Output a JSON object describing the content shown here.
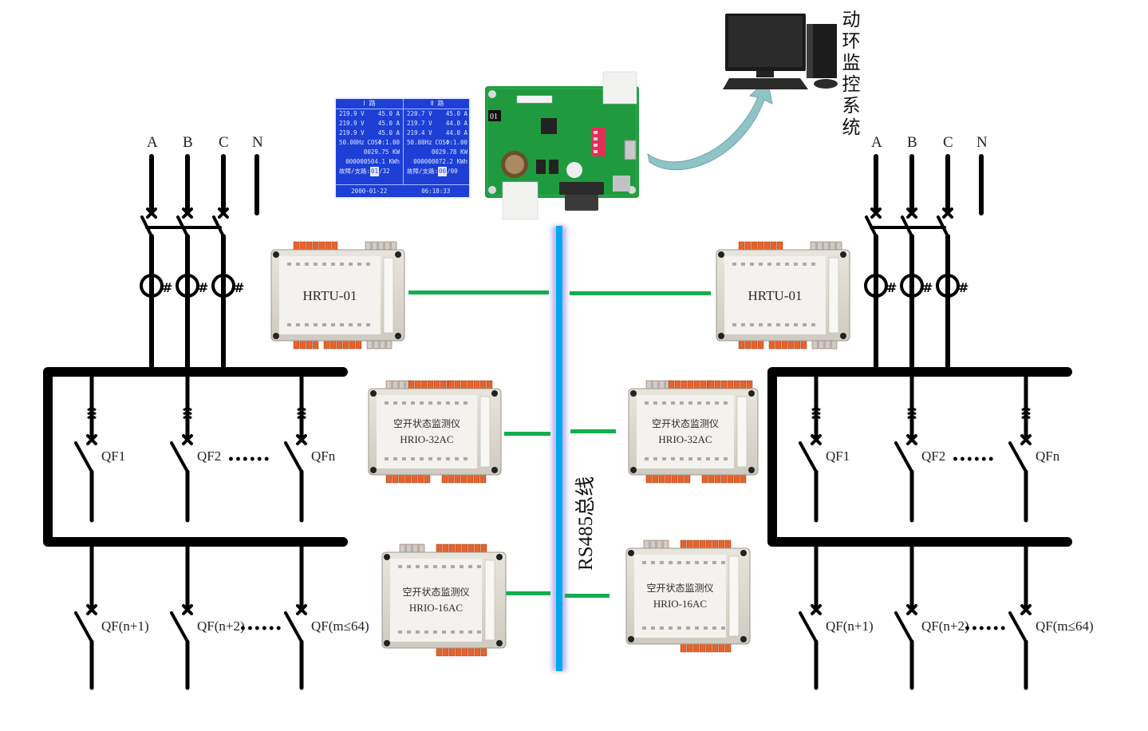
{
  "title": "Power distribution breaker state monitoring system diagram",
  "colors": {
    "bus": "#00a8f0",
    "bus_glow": "#a99ce8",
    "link": "#13ad4f",
    "wire": "#000000",
    "lcd_bg": "#1d3fd6",
    "arrow": "#8fc3c6"
  },
  "monitor_system": {
    "label": "动环监控系统",
    "chars": [
      "动",
      "环",
      "监",
      "控",
      "系",
      "统"
    ],
    "icon": "desktop-computer-icon"
  },
  "lcd": {
    "columns": [
      {
        "header": "Ⅰ 路",
        "rows": [
          [
            "219.9 V",
            "45.0 A"
          ],
          [
            "219.9 V",
            "45.0 A"
          ],
          [
            "219.9 V",
            "45.0 A"
          ],
          [
            "50.00Hz",
            "COSΦ:1.00"
          ]
        ],
        "power": "0029.75 KW",
        "energy": "000000504.1  KWh",
        "fault_label": "故障/支路:",
        "fault_value": "01",
        "fault_total": "/32"
      },
      {
        "header": "Ⅱ 路",
        "rows": [
          [
            "220.7 V",
            "45.0 A"
          ],
          [
            "219.7 V",
            "44.0 A"
          ],
          [
            "219.4 V",
            "44.0 A"
          ],
          [
            "50.00Hz",
            "COSΦ:1.00"
          ]
        ],
        "power": "0029.78 KW",
        "energy": "000000072.2  KWh",
        "fault_label": "故障/支路:",
        "fault_value": "00",
        "fault_total": "/00"
      }
    ],
    "date": "2000-01-22",
    "time": "06:18:33"
  },
  "controller_board": {
    "label": "01",
    "icon": "controller-pcb-icon"
  },
  "bus": {
    "label": "RS485总线"
  },
  "modules": {
    "left": [
      {
        "model": "HRTU-01",
        "subtitle": ""
      },
      {
        "model": "HRIO-32AC",
        "subtitle": "空开状态监测仪"
      },
      {
        "model": "HRIO-16AC",
        "subtitle": "空开状态监测仪"
      }
    ],
    "right": [
      {
        "model": "HRTU-01",
        "subtitle": ""
      },
      {
        "model": "HRIO-32AC",
        "subtitle": "空开状态监测仪"
      },
      {
        "model": "HRIO-16AC",
        "subtitle": "空开状态监测仪"
      }
    ]
  },
  "panels": [
    {
      "side": "left",
      "phases": [
        "A",
        "B",
        "C",
        "N"
      ],
      "upper_breakers": [
        "QF1",
        "QF2",
        "QFn"
      ],
      "lower_breakers": [
        "QF(n+1)",
        "QF(n+2)",
        "QF(m≤64)"
      ],
      "ellipsis": "••••••"
    },
    {
      "side": "right",
      "phases": [
        "A",
        "B",
        "C",
        "N"
      ],
      "upper_breakers": [
        "QF1",
        "QF2",
        "QFn"
      ],
      "lower_breakers": [
        "QF(n+1)",
        "QF(n+2)",
        "QF(m≤64)"
      ],
      "ellipsis": "••••••"
    }
  ]
}
